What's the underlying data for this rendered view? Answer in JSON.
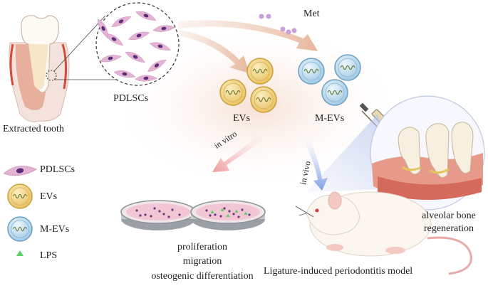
{
  "labels": {
    "extracted_tooth": "Extracted tooth",
    "pdlscs": "PDLSCs",
    "met": "Met",
    "evs": "EVs",
    "m_evs": "M-EVs",
    "in_vitro": "in vitro",
    "in_vivo": "in vivo",
    "alveolar_line1": "alveolar bone",
    "alveolar_line2": "regeneration",
    "outcome_line1": "proliferation",
    "outcome_line2": "migration",
    "outcome_line3": "osteogenic differentiation",
    "model": "Ligature-induced  periodontitis model"
  },
  "legend": [
    {
      "icon": "pdlsc-cell-icon",
      "label": "PDLSCs"
    },
    {
      "icon": "ev-vesicle-icon",
      "label": "EVs"
    },
    {
      "icon": "m-ev-vesicle-icon",
      "label": "M-EVs"
    },
    {
      "icon": "lps-triangle-icon",
      "label": "LPS"
    }
  ],
  "colors": {
    "ev_fill": "#f2d27a",
    "ev_stroke": "#c9a23c",
    "mev_fill": "#cfe6f4",
    "mev_stroke": "#6d9fc3",
    "cell": "#e4b3d3",
    "nucleus": "#5a2f7a",
    "flow_arrow": "#e9c7b3",
    "vitro_arrow": "#f2a7a7",
    "vivo_arrow": "#8fb0e8",
    "met": "#c9a0dc",
    "lps": "#5ccf68"
  }
}
